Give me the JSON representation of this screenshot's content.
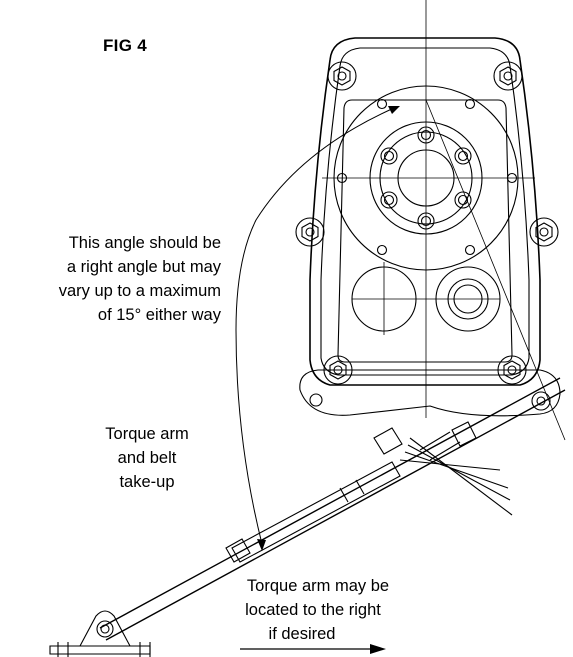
{
  "figure": {
    "title": "FIG 4"
  },
  "angle_note": {
    "line1": "This angle should be",
    "line2": "a right angle but may",
    "line3": "vary up to a maximum",
    "line4": "of 15° either way"
  },
  "torque_note": {
    "line1": "Torque arm",
    "line2": "and belt",
    "line3": "take-up"
  },
  "location_note": {
    "line1": "Torque arm may be",
    "line2": "located to the right",
    "line3": "if desired"
  }
}
